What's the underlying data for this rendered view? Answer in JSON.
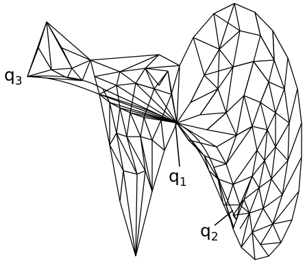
{
  "labels": {
    "q1": {
      "base": "q",
      "sub": "1"
    },
    "q2": {
      "base": "q",
      "sub": "2"
    },
    "q3": {
      "base": "q",
      "sub": "3"
    }
  },
  "colors": {
    "line": "#000000",
    "background": "#ffffff"
  }
}
